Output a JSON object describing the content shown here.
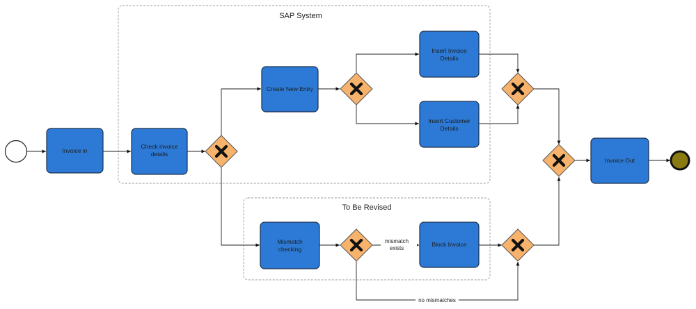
{
  "groups": {
    "sap_system": "SAP System",
    "to_be_revised": "To Be Revised"
  },
  "tasks": {
    "invoice_in": "Invoice in",
    "check_invoice_line1": "Check invoice",
    "check_invoice_line2": "details",
    "create_new_entry": "Create New Entry",
    "insert_invoice_line1": "Insert Invoice",
    "insert_invoice_line2": "Details",
    "insert_customer_line1": "Insert Customer",
    "insert_customer_line2": "Details",
    "mismatch_line1": "Mismatch",
    "mismatch_line2": "checking",
    "block_invoice": "Block Invoice",
    "invoice_out": "Invoice Out"
  },
  "edges": {
    "mismatch_exists_line1": "mismatch",
    "mismatch_exists_line2": "exists",
    "no_mismatches": "no mismatches"
  },
  "colors": {
    "task_fill": "#2d7ad6",
    "gateway_fill": "#f7b26b",
    "end_event_fill": "#8a7a12"
  }
}
